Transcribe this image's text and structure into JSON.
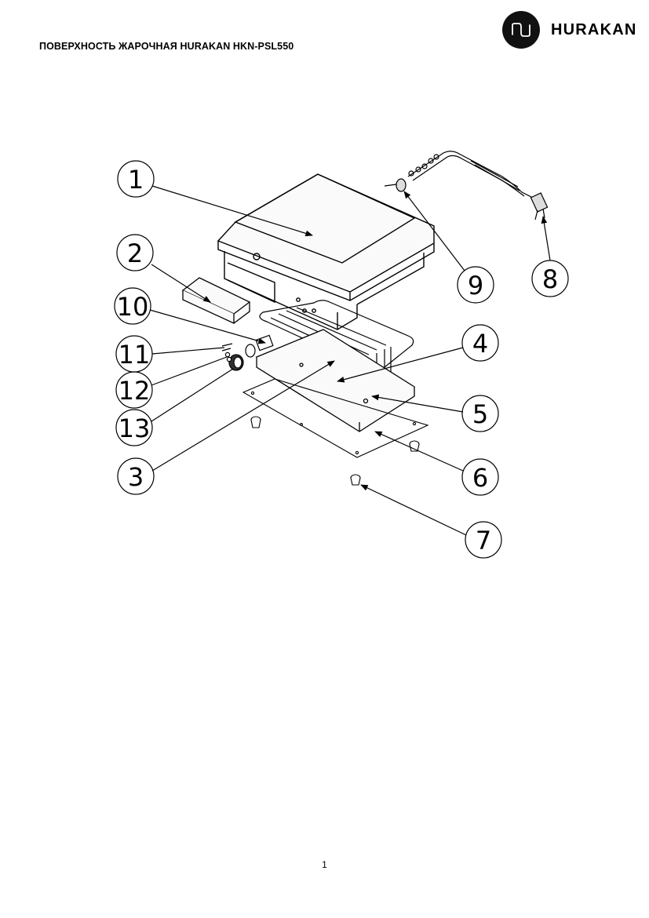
{
  "header": {
    "title": "ПОВЕРХНОСТЬ ЖАРОЧНАЯ HURAKAN HKN-PSL550",
    "brand_name": "HURAKAN",
    "brand_icon": "infinity-logo-icon",
    "brand_color": "#111111"
  },
  "diagram": {
    "callouts": [
      "1",
      "2",
      "3",
      "4",
      "5",
      "6",
      "7",
      "8",
      "9",
      "10",
      "11",
      "12",
      "13"
    ]
  },
  "footer": {
    "page_number": "1"
  }
}
